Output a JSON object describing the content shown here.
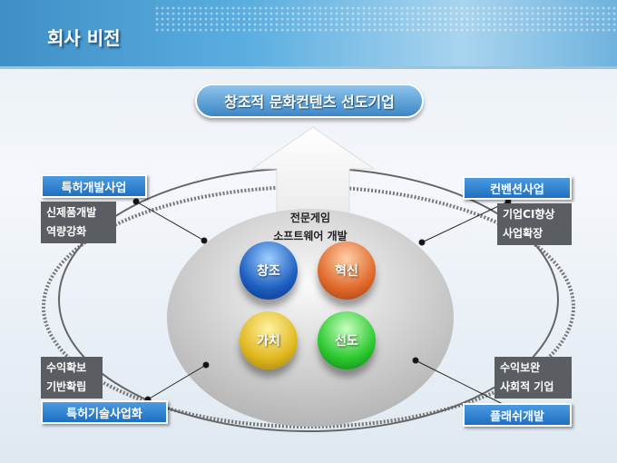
{
  "title": "회사 비전",
  "vision": "창조적 문화컨텐츠 선도기업",
  "center": {
    "line1": "전문게임",
    "line2": "소프트웨어 개발"
  },
  "values": [
    "창조",
    "혁신",
    "가치",
    "선도"
  ],
  "top_left": {
    "title": "특허개발사업",
    "lines": [
      "신제품개발",
      "역량강화"
    ]
  },
  "top_right": {
    "title": "컨벤션사업",
    "lines": [
      "기업CI향상",
      "사업확장"
    ]
  },
  "bottom_left": {
    "title": "특허기술사업화",
    "lines": [
      "수익확보",
      "기반확립"
    ]
  },
  "bottom_right": {
    "title": "플래쉬개발",
    "lines": [
      "수익보완",
      "사회적 기업"
    ]
  }
}
